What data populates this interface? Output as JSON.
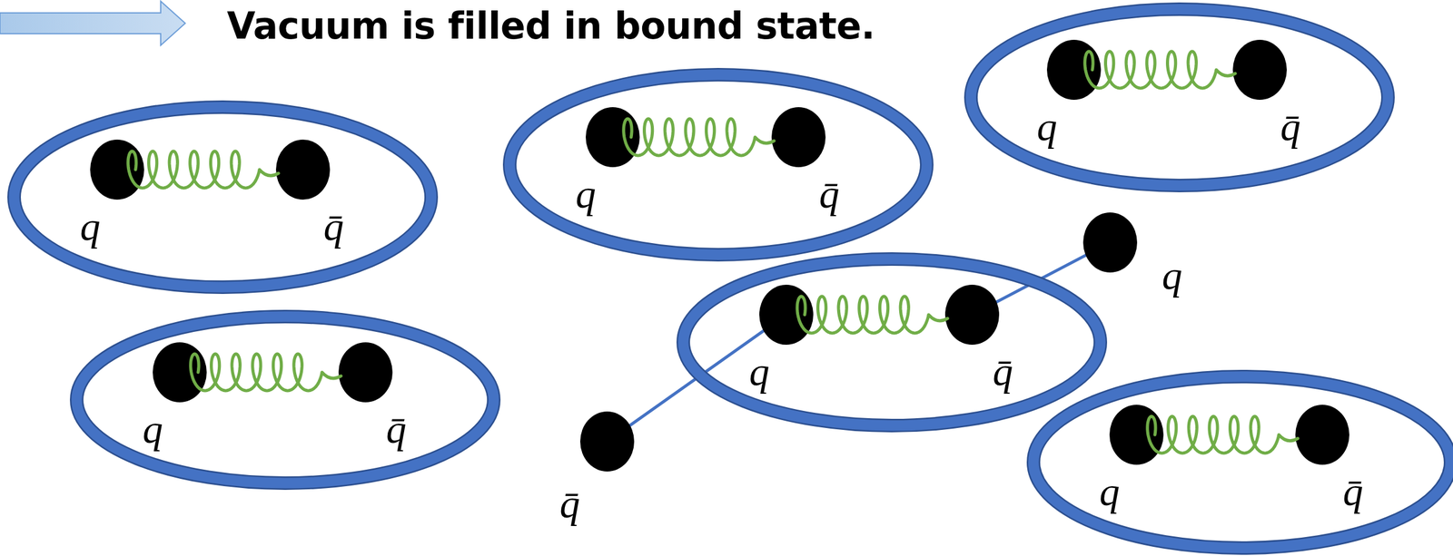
{
  "diagram": {
    "title": "Vacuum is filled in bound state.",
    "nodes": [
      {
        "text": [
          "q",
          "q̄"
        ]
      },
      {
        "text": [
          "q",
          "q̄"
        ]
      },
      {
        "text": [
          "q",
          "q̄"
        ]
      },
      {
        "text": [
          "q"
        ]
      },
      {
        "text": [
          "q",
          "q̄"
        ]
      },
      {
        "text": [
          "q",
          "q̄"
        ]
      },
      {
        "text": [
          "q̄"
        ]
      },
      {
        "text": [
          "q",
          "q̄"
        ]
      }
    ],
    "edges": [
      {
        "from": 6,
        "to": 5,
        "arrow": "none"
      },
      {
        "from": 5,
        "to": 3,
        "arrow": "none"
      }
    ]
  }
}
